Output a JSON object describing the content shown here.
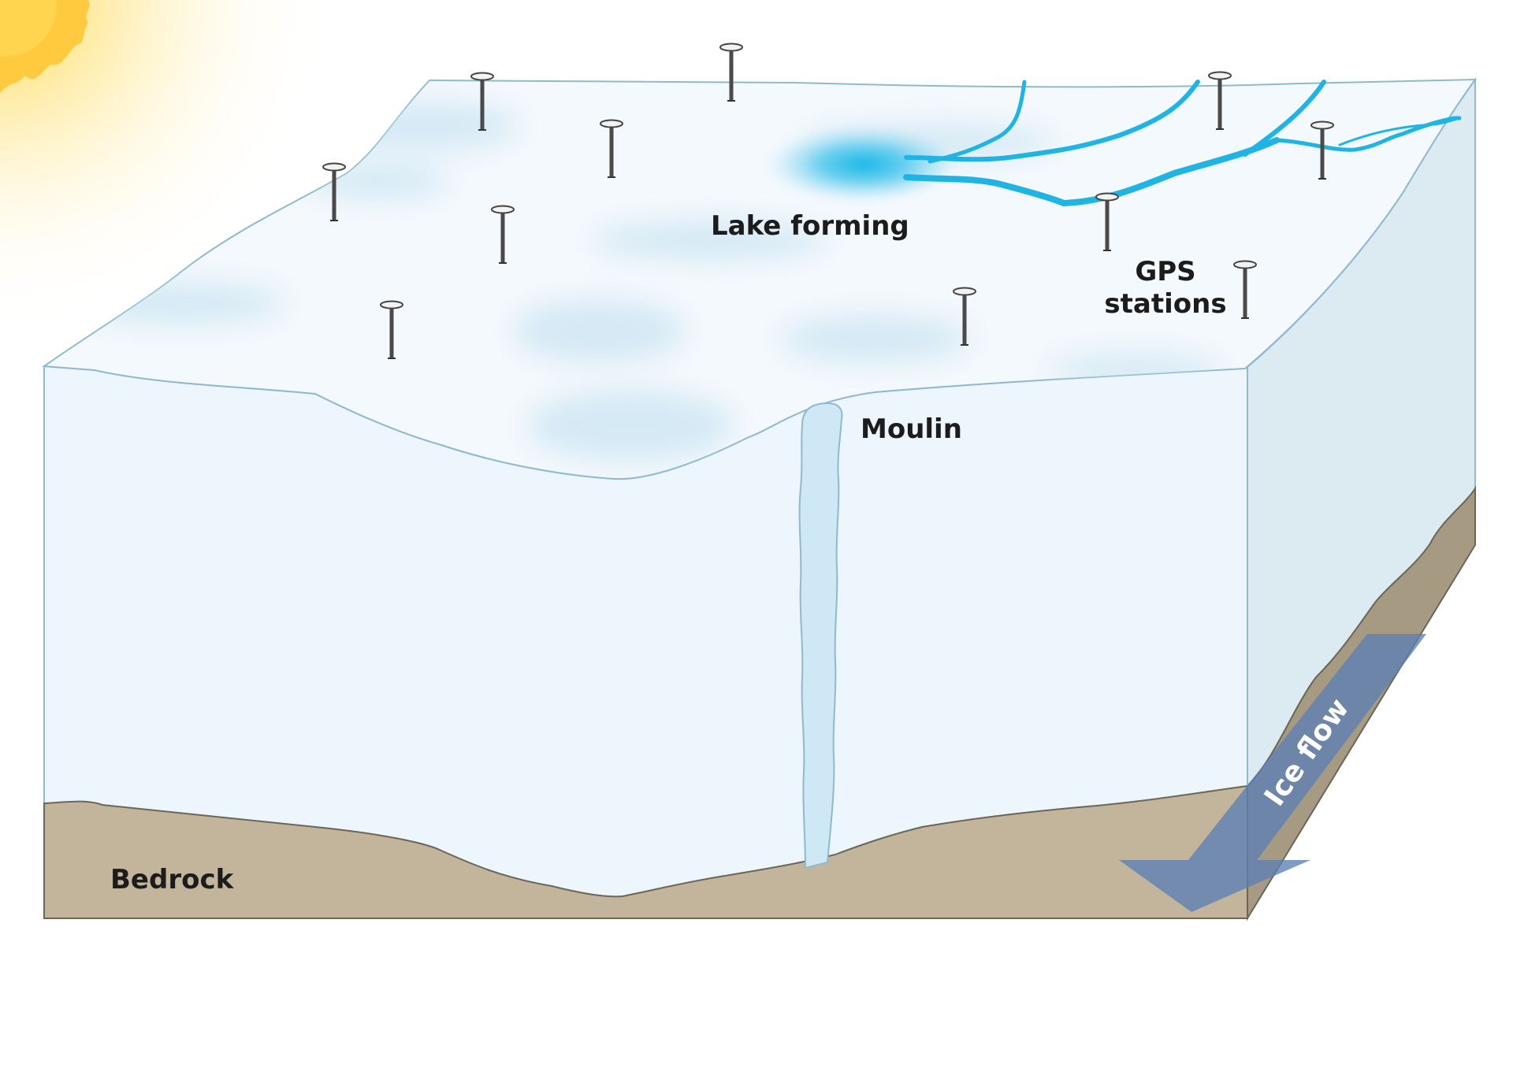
{
  "labels": {
    "lake": "Lake forming",
    "gps_line1": "GPS",
    "gps_line2": "stations",
    "moulin": "Moulin",
    "bedrock": "Bedrock",
    "ice_flow": "Ice flow"
  },
  "colors": {
    "background": "#ffffff",
    "ice_front": "#edf6fc",
    "ice_side": "#dceaf2",
    "ice_top": "#f4f9fd",
    "ice_outline": "#8fb9cd",
    "meltwater": "#1fb4e3",
    "bedrock": "#c2b59c",
    "bedrock_side": "#a69a82",
    "bedrock_outline": "#6c6658",
    "arrow": "#5c7fb4",
    "sun": "#ffd86a",
    "gps_pole": "#4a4a4a"
  },
  "icons": [
    "sun-icon",
    "gps-station-icon",
    "ice-flow-arrow-icon"
  ]
}
